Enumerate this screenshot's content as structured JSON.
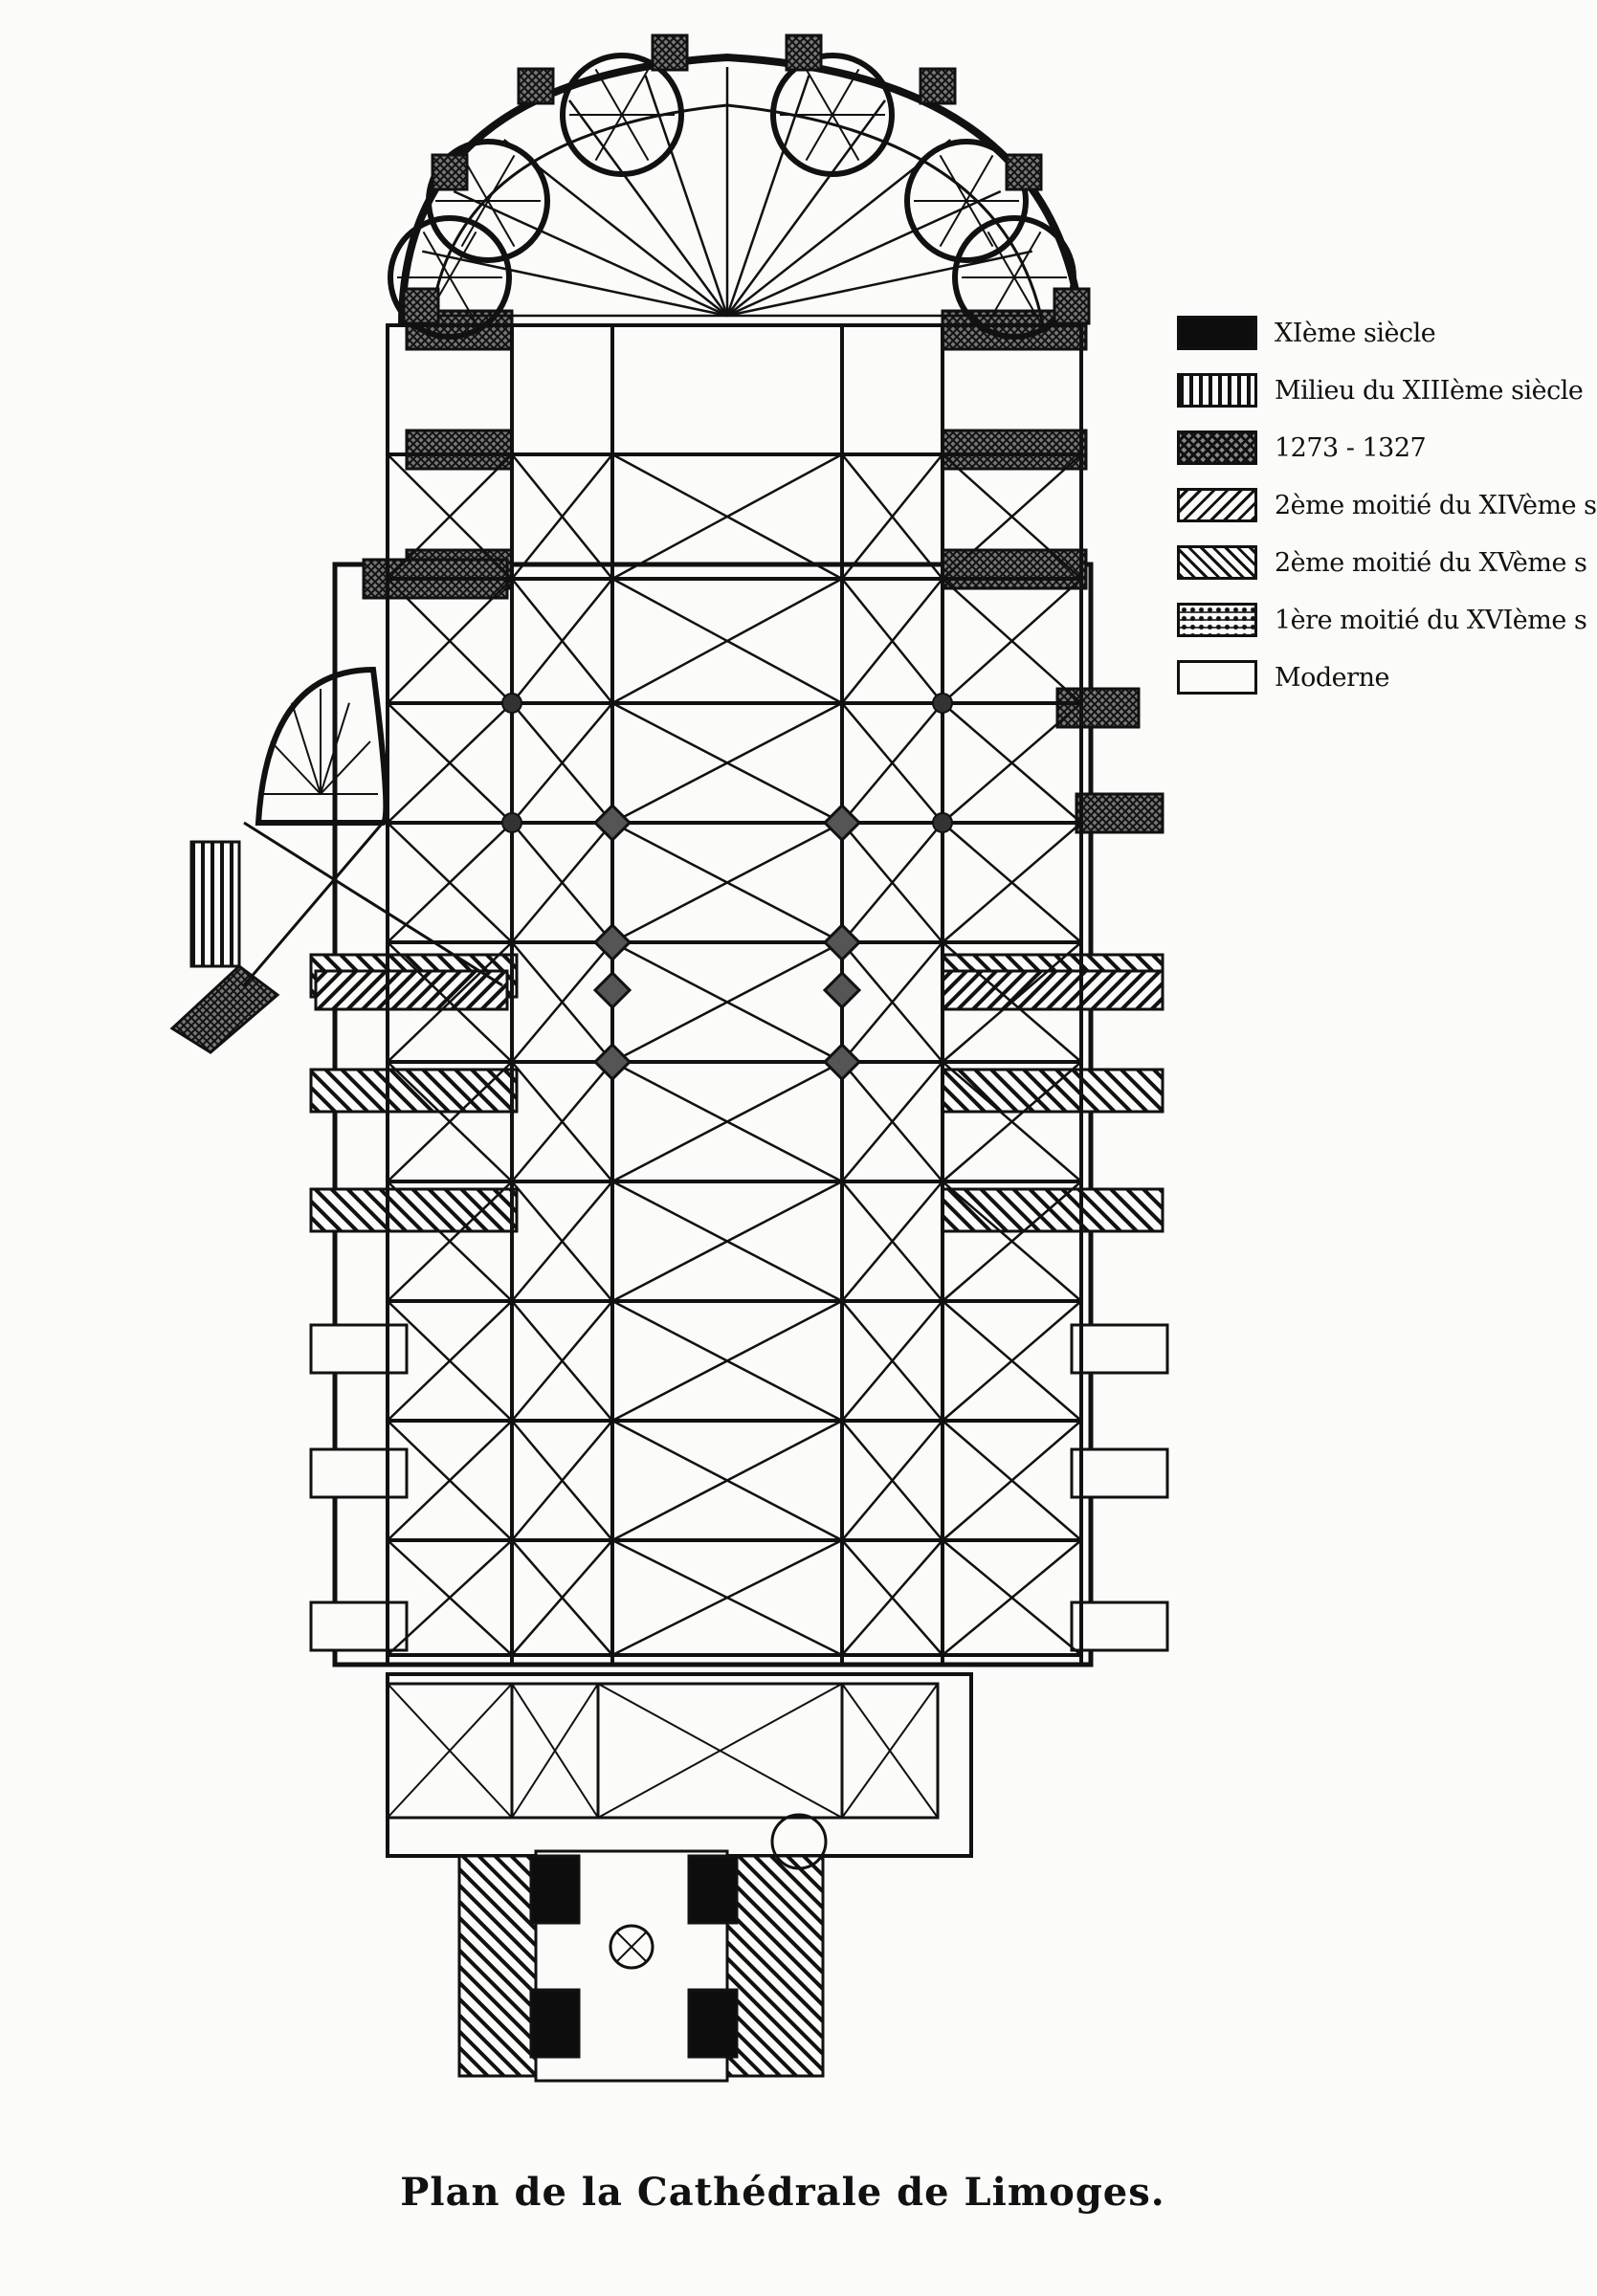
{
  "caption": "Plan de la Cathédrale de Limoges.",
  "legend": [
    {
      "label": "XIème siècle",
      "pattern": "solid-black"
    },
    {
      "label": "Milieu du XIIIème siècle",
      "pattern": "vertical-hatch"
    },
    {
      "label": "1273 - 1327",
      "pattern": "cross-hatch"
    },
    {
      "label": "2ème moitié du XIVème s",
      "pattern": "diagonal-hatch"
    },
    {
      "label": "2ème moitié du XVème s",
      "pattern": "diagonal-hatch-reverse"
    },
    {
      "label": "1ère moitié du XVIème s",
      "pattern": "stippled"
    },
    {
      "label": "Moderne",
      "pattern": "empty"
    }
  ],
  "colors": {
    "ink": "#111111",
    "paper": "#fbfbf9"
  }
}
